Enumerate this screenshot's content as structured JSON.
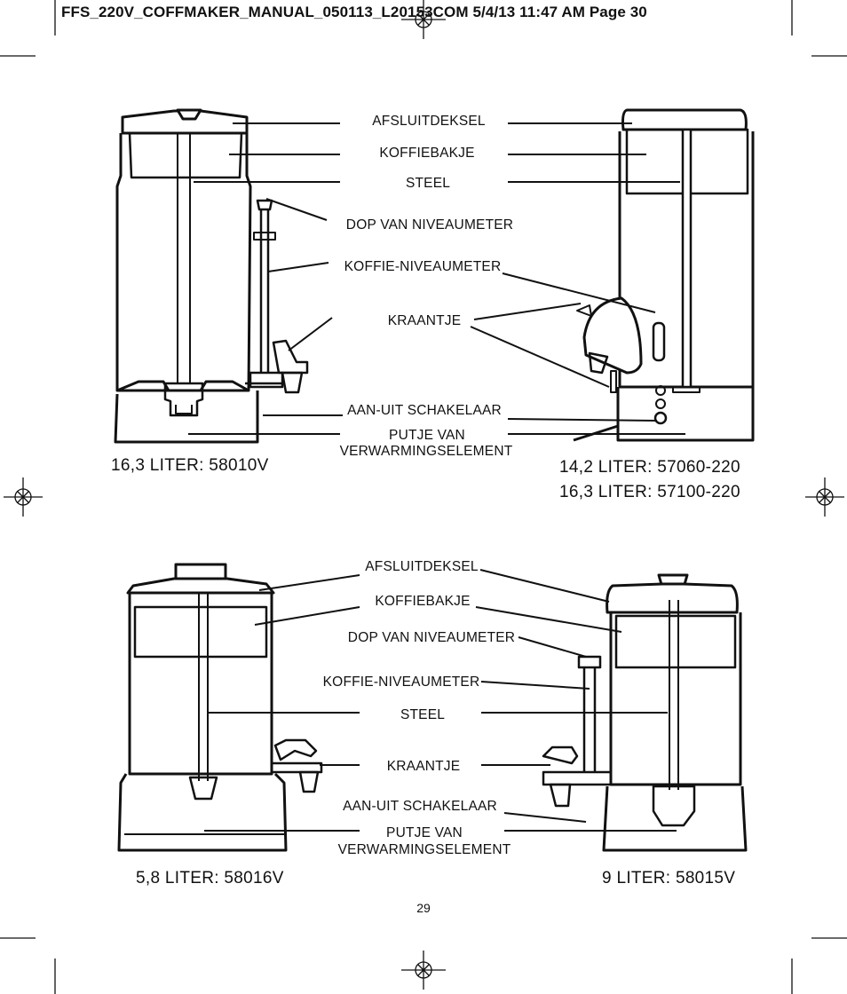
{
  "header": {
    "text": "FFS_220V_COFFMAKER_MANUAL_050113_L20153COM  5/4/13  11:47 AM  Page 30"
  },
  "page_number": "29",
  "top": {
    "labels": {
      "lid": "AFSLUITDEKSEL",
      "basket": "KOFFIEBAKJE",
      "stem": "STEEL",
      "gauge_cap": "DOP VAN NIVEAUMETER",
      "gauge": "KOFFIE-NIVEAUMETER",
      "faucet": "KRAANTJE",
      "switch": "AAN-UIT SCHAKELAAR",
      "well_line1": "PUTJE VAN",
      "well_line2": "VERWARMINGSELEMENT"
    },
    "left_caption": "16,3 LITER: 58010V",
    "right_caption_1": "14,2 LITER: 57060-220",
    "right_caption_2": "16,3 LITER: 57100-220"
  },
  "bottom": {
    "labels": {
      "lid": "AFSLUITDEKSEL",
      "basket": "KOFFIEBAKJE",
      "gauge_cap": "DOP VAN NIVEAUMETER",
      "gauge": "KOFFIE-NIVEAUMETER",
      "stem": "STEEL",
      "faucet": "KRAANTJE",
      "switch": "AAN-UIT SCHAKELAAR",
      "well_line1": "PUTJE VAN",
      "well_line2": "VERWARMINGSELEMENT"
    },
    "left_caption": "5,8 LITER: 58016V",
    "right_caption": "9 LITER: 58015V"
  }
}
